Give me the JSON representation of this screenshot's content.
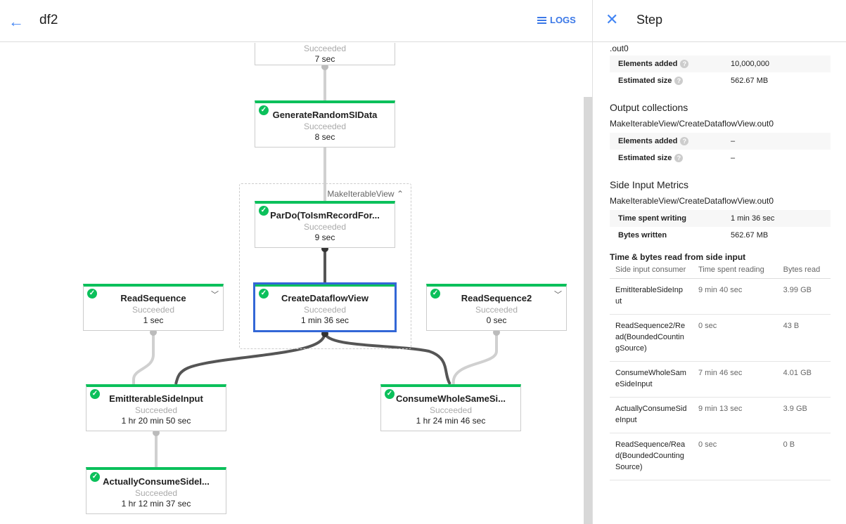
{
  "header": {
    "title": "df2",
    "logs_label": "LOGS"
  },
  "graph": {
    "group_label": "MakeIterableView",
    "nodes": [
      {
        "name": "",
        "status": "Succeeded",
        "duration": "7 sec"
      },
      {
        "name": "GenerateRandomSIData",
        "status": "Succeeded",
        "duration": "8 sec"
      },
      {
        "name": "ParDo(ToIsmRecordFor...",
        "status": "Succeeded",
        "duration": "9 sec"
      },
      {
        "name": "CreateDataflowView",
        "status": "Succeeded",
        "duration": "1 min 36 sec"
      },
      {
        "name": "ReadSequence",
        "status": "Succeeded",
        "duration": "1 sec"
      },
      {
        "name": "ReadSequence2",
        "status": "Succeeded",
        "duration": "0 sec"
      },
      {
        "name": "EmitIterableSideInput",
        "status": "Succeeded",
        "duration": "1 hr 20 min 50 sec"
      },
      {
        "name": "ConsumeWholeSameSi...",
        "status": "Succeeded",
        "duration": "1 hr 24 min 46 sec"
      },
      {
        "name": "ActuallyConsumeSideI...",
        "status": "Succeeded",
        "duration": "1 hr 12 min 37 sec"
      }
    ]
  },
  "panel": {
    "title": "Step",
    "input_tail": ".out0",
    "input_metrics": [
      {
        "label": "Elements added",
        "value": "10,000,000"
      },
      {
        "label": "Estimated size",
        "value": "562.67 MB"
      }
    ],
    "output_title": "Output collections",
    "output_name": "MakeIterableView/CreateDataflowView.out0",
    "output_metrics": [
      {
        "label": "Elements added",
        "value": "–"
      },
      {
        "label": "Estimated size",
        "value": "–"
      }
    ],
    "side_title": "Side Input Metrics",
    "side_name": "MakeIterableView/CreateDataflowView.out0",
    "side_metrics": [
      {
        "label": "Time spent writing",
        "value": "1 min 36 sec"
      },
      {
        "label": "Bytes written",
        "value": "562.67 MB"
      }
    ],
    "read_title": "Time & bytes read from side input",
    "columns": [
      "Side input consumer",
      "Time spent reading",
      "Bytes read"
    ],
    "rows": [
      [
        "EmitIterableSideInput",
        "9 min 40 sec",
        "3.99 GB"
      ],
      [
        "ReadSequence2/Read(BoundedCountingSource)",
        "0 sec",
        "43 B"
      ],
      [
        "ConsumeWholeSameSideInput",
        "7 min 46 sec",
        "4.01 GB"
      ],
      [
        "ActuallyConsumeSideInput",
        "9 min 13 sec",
        "3.9 GB"
      ],
      [
        "ReadSequence/Read(BoundedCountingSource)",
        "0 sec",
        "0 B"
      ]
    ]
  },
  "colors": {
    "success": "#0bc05b",
    "selected": "#3367d6",
    "accent": "#4285f4"
  }
}
